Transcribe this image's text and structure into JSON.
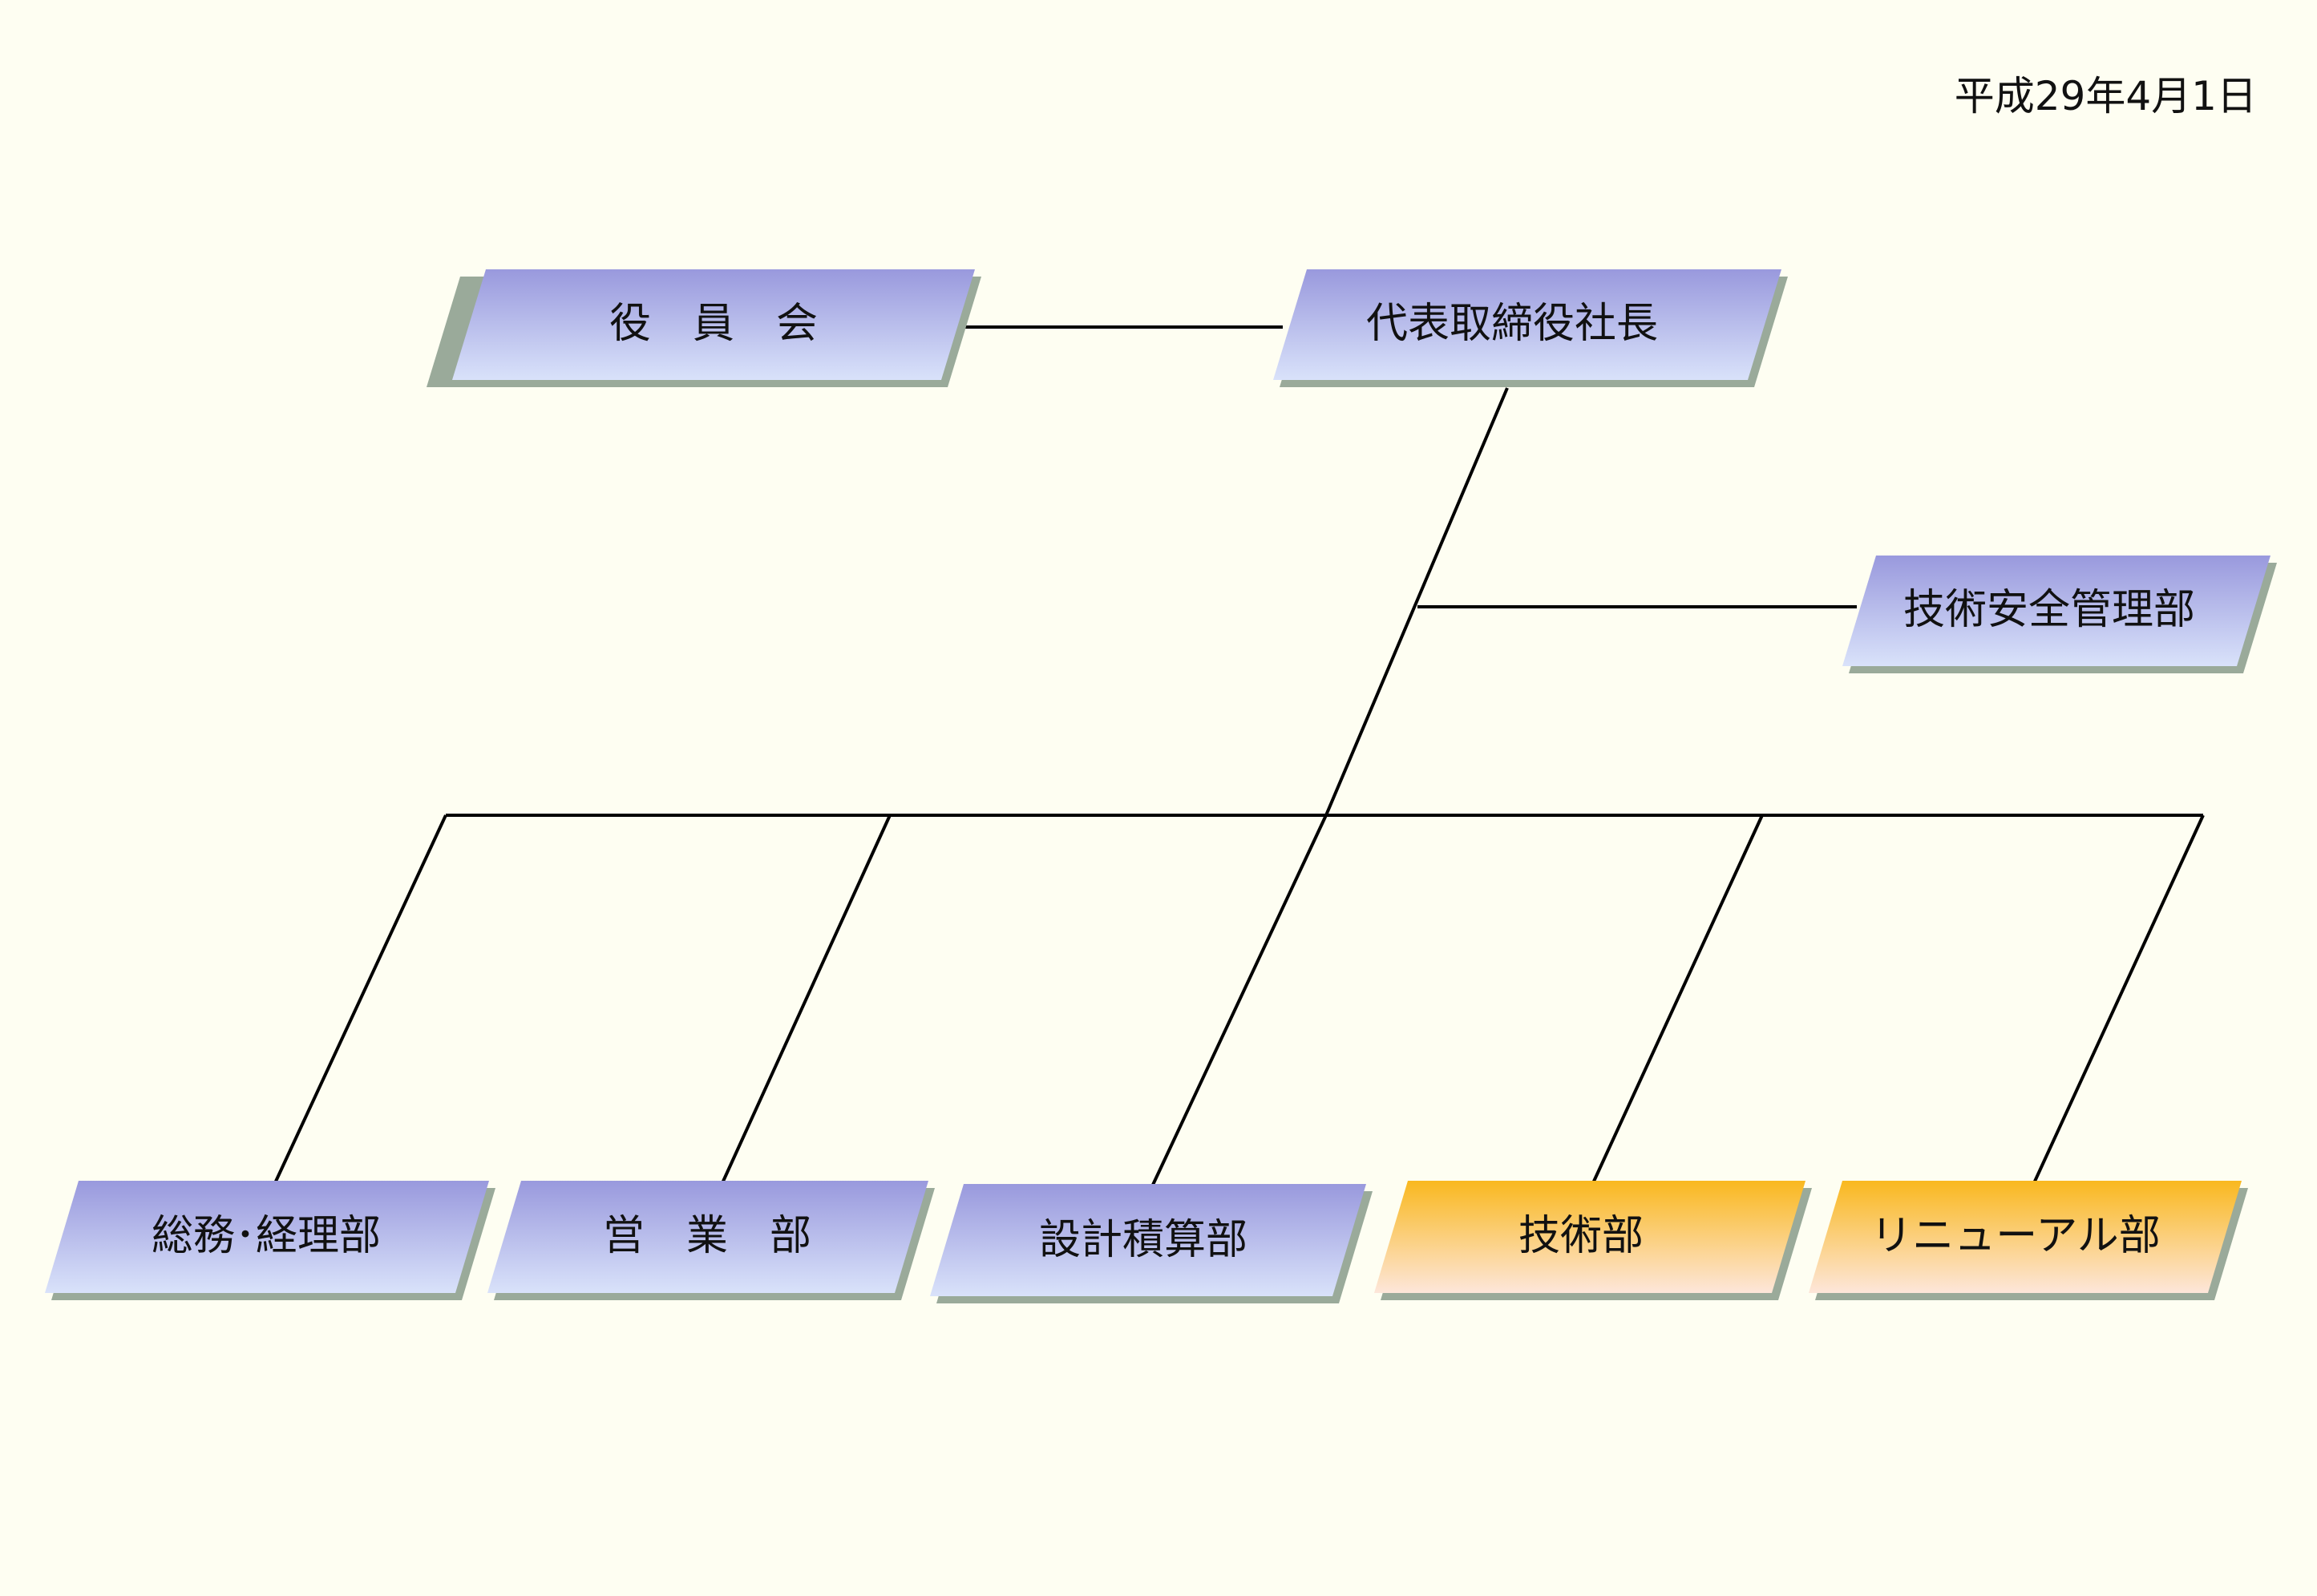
{
  "date": "平成29年4月1日",
  "palette": {
    "background": "#fefef2",
    "blue_top": "#9999dd",
    "blue_bottom": "#d9e2fa",
    "orange_top": "#f9b81f",
    "orange_bottom": "#fde6da",
    "shadow": "#9aaa9a",
    "line": "#000000"
  },
  "nodes": {
    "board": {
      "label": "役　員　会",
      "style": "blue"
    },
    "president": {
      "label": "代表取締役社長",
      "style": "blue"
    },
    "safety": {
      "label": "技術安全管理部",
      "style": "blue"
    },
    "general": {
      "label": "総務･経理部",
      "style": "blue"
    },
    "sales": {
      "label": "営　業　部",
      "style": "blue"
    },
    "design": {
      "label": "設計積算部",
      "style": "blue"
    },
    "tech": {
      "label": "技術部",
      "style": "orange"
    },
    "renewal": {
      "label": "リニューアル部",
      "style": "orange"
    }
  },
  "edges": [
    {
      "from": "board",
      "to": "president"
    },
    {
      "from": "president",
      "to": "safety"
    },
    {
      "from": "president",
      "to": "general"
    },
    {
      "from": "president",
      "to": "sales"
    },
    {
      "from": "president",
      "to": "design"
    },
    {
      "from": "president",
      "to": "tech"
    },
    {
      "from": "president",
      "to": "renewal"
    }
  ]
}
